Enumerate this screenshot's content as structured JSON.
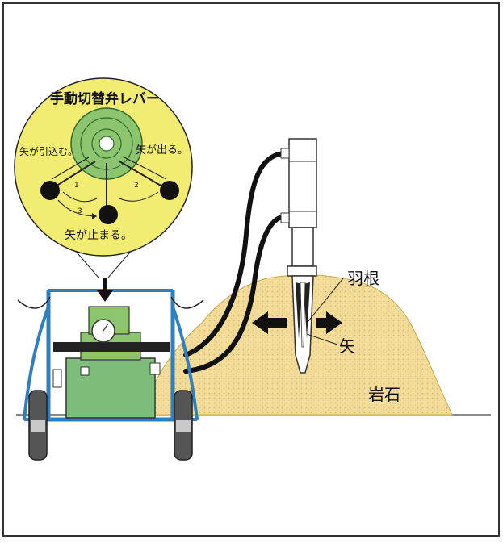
{
  "diagram": {
    "inset_title": "手動切替弁レバー",
    "lever_labels": {
      "retract": "矢が引込む。",
      "extend": "矢が出る。",
      "stop": "矢が止まる。"
    },
    "lever_numbers": [
      "1",
      "2",
      "3"
    ],
    "part_labels": {
      "wing": "羽根",
      "wedge": "矢",
      "rock": "岩石"
    },
    "colors": {
      "inset_fill": "#f3ec72",
      "valve_green": "#8dc46e",
      "pump_green": "#7fbe7a",
      "frame_blue": "#2f7fc1",
      "rock_fill": "#f3dc9a",
      "hose": "#111111"
    }
  }
}
